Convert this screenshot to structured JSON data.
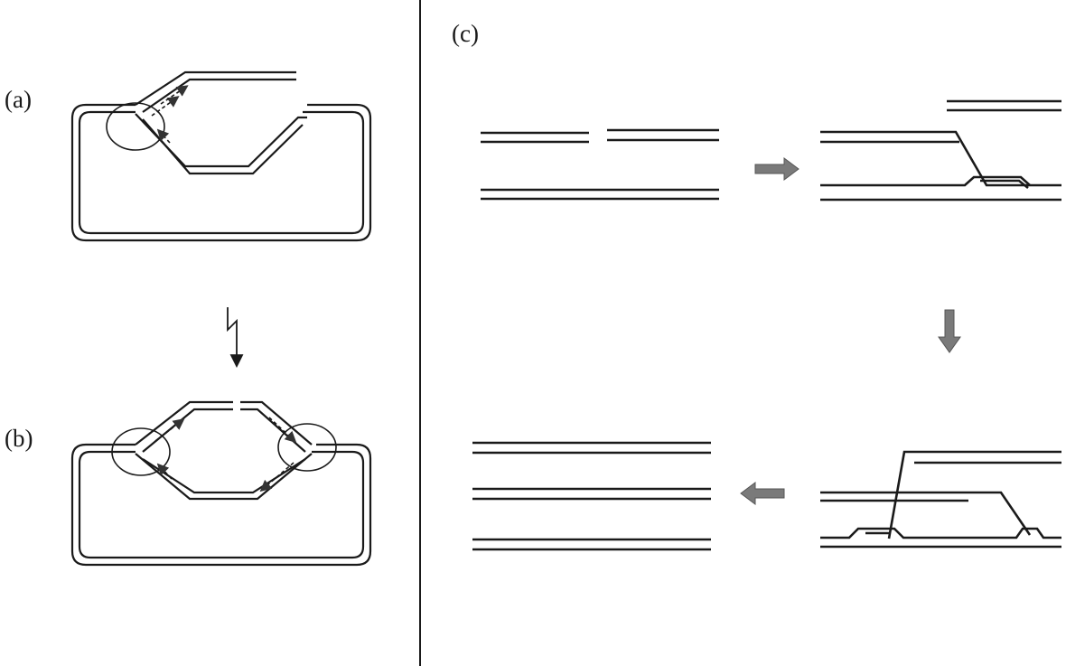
{
  "panels": {
    "a": {
      "label": "(a)"
    },
    "b": {
      "label": "(b)"
    },
    "c": {
      "label": "(c)"
    }
  },
  "icons": {
    "transition": "lightning-arrow-icon",
    "steps": [
      "right-block-arrow-icon",
      "down-block-arrow-icon",
      "left-block-arrow-icon"
    ]
  },
  "colors": {
    "strand": "#1a1a1a",
    "step_arrow": "#7a7a7a",
    "background": "#ffffff"
  }
}
